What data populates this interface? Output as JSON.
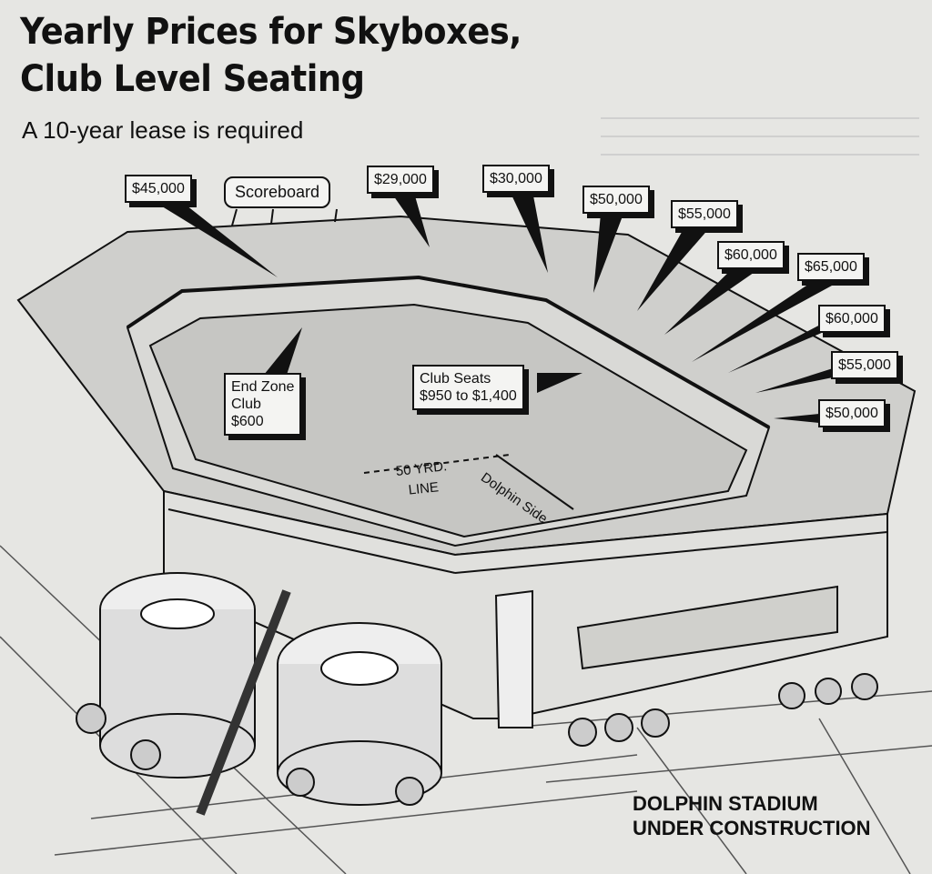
{
  "title": {
    "line1": "Yearly Prices for Skyboxes,",
    "line2": "Club Level Seating"
  },
  "subtitle": "A 10-year lease is required",
  "labels": {
    "scoreboard": "Scoreboard",
    "skyboxes": [
      "$45,000",
      "$29,000",
      "$30,000",
      "$50,000",
      "$55,000",
      "$60,000",
      "$65,000",
      "$60,000",
      "$55,000",
      "$50,000"
    ],
    "end_zone": [
      "End Zone",
      "Club",
      "$600"
    ],
    "club_seats": [
      "Club Seats",
      "$950 to $1,400"
    ],
    "yard_line": [
      "50 YRD.",
      "LINE"
    ],
    "side": "Dolphin Side"
  },
  "caption": [
    "DOLPHIN STADIUM",
    "UNDER CONSTRUCTION"
  ]
}
